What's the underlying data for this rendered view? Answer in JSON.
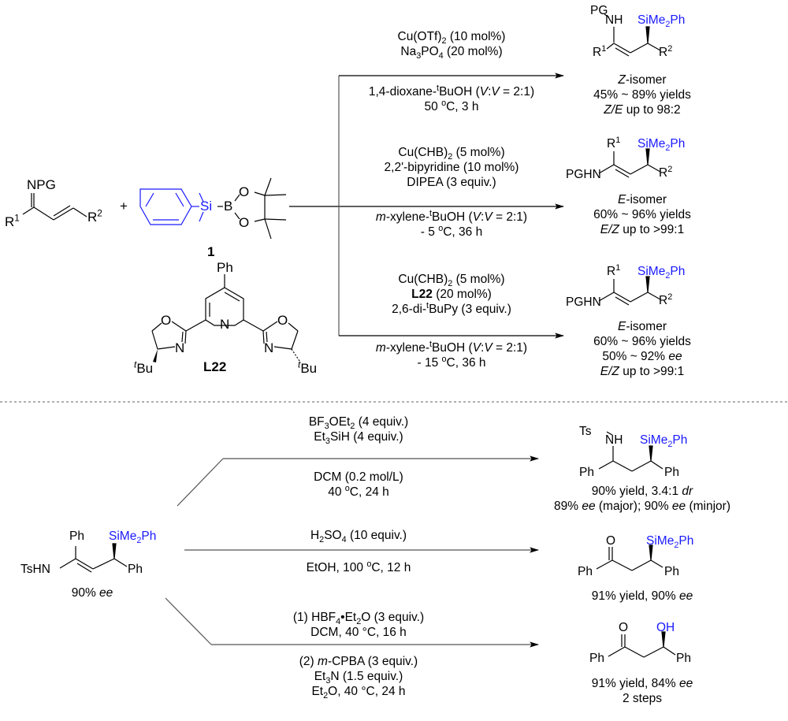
{
  "colors": {
    "highlight": "#1a1aff",
    "line": "#000000",
    "divider": "#808080"
  },
  "top_scheme": {
    "substrate": {
      "imine_label": "NPG",
      "r1": "R",
      "r1_sup": "1",
      "r2": "R",
      "r2_sup": "2"
    },
    "plus": "+",
    "reagent": {
      "si": "Si",
      "b": "B",
      "o_top": "O",
      "o_bottom": "O",
      "number": "1"
    },
    "ligand": {
      "ph": "Ph",
      "n_py": "N",
      "o_left": "O",
      "o_right": "O",
      "n_left": "N",
      "n_right": "N",
      "tbu_sup": "t",
      "tbu": "Bu",
      "name": "L22"
    },
    "conditions": [
      {
        "above": [
          "Cu(OTf)|2| (10 mol%)",
          "Na|3|PO|4| (20 mol%)"
        ],
        "below": [
          "1,4-dioxane-^t^BuOH (_V_:_V_ = 2:1)",
          "50 ^o^C, 3 h"
        ],
        "product": {
          "pg": "PG",
          "nh": "NH",
          "silyl": "SiMe|2|Ph",
          "r1": "R^1^",
          "r2": "R^2^"
        },
        "results": [
          "_Z_-isomer",
          "45% ~ 89% yields",
          "_Z/E_ up to 98:2"
        ]
      },
      {
        "above": [
          "Cu(CHB)|2| (5 mol%)",
          "2,2'-bipyridine (10 mol%)",
          "DIPEA (3 equiv.)"
        ],
        "below": [
          "_m_-xylene-^t^BuOH (_V_:_V_ = 2:1)",
          "- 5 ^o^C, 36 h"
        ],
        "product": {
          "pghn": "PGHN",
          "silyl": "SiMe|2|Ph",
          "r1": "R^1^",
          "r2": "R^2^"
        },
        "results": [
          "_E_-isomer",
          "60% ~ 96% yields",
          "_E/Z_ up to >99:1"
        ]
      },
      {
        "above": [
          "Cu(CHB)|2| (5 mol%)",
          "*L22* (20 mol%)",
          "2,6-di-^t^BuPy (3 equiv.)"
        ],
        "below": [
          "_m_-xylene-^t^BuOH (_V_:_V_ = 2:1)",
          "- 15 ^o^C, 36 h"
        ],
        "product": {
          "pghn": "PGHN",
          "silyl": "SiMe|2|Ph",
          "r1": "R^1^",
          "r2": "R^2^"
        },
        "results": [
          "_E_-isomer",
          "60% ~ 96% yields",
          "50% ~ 92% _ee_",
          "_E/Z_ up to >99:1"
        ]
      }
    ]
  },
  "bottom_scheme": {
    "start": {
      "ph_top": "Ph",
      "silyl": "SiMe|2|Ph",
      "tshn": "TsHN",
      "ph_right": "Ph",
      "ee": "90% _ee_"
    },
    "transformations": [
      {
        "above": [
          "BF|3|OEt|2| (4 equiv.)",
          "Et|3|SiH (4 equiv.)"
        ],
        "below": [
          "DCM (0.2 mol/L)",
          "40 ^o^C, 24 h"
        ],
        "product": {
          "ts": "Ts",
          "nh": "NH",
          "silyl": "SiMe|2|Ph",
          "ph_left": "Ph",
          "ph_right": "Ph"
        },
        "results": [
          "90% yield, 3.4:1 _dr_",
          "89% _ee_ (major); 90% _ee_ (minjor)"
        ]
      },
      {
        "above": [
          "H|2|SO|4| (10 equiv.)"
        ],
        "below": [
          "EtOH, 100 ^o^C, 12 h"
        ],
        "product": {
          "o": "O",
          "silyl": "SiMe|2|Ph",
          "ph_left": "Ph",
          "ph_right": "Ph"
        },
        "results": [
          "91% yield, 90% _ee_"
        ]
      },
      {
        "above": [
          "(1) HBF|4|•Et|2|O (3 equiv.)",
          "DCM, 40 °C, 16 h"
        ],
        "below": [
          "(2) _m_-CPBA (3 equiv.)",
          "Et|3|N (1.5 equiv.)",
          "Et|2|O, 40 °C, 24 h"
        ],
        "product": {
          "o": "O",
          "oh": "OH",
          "ph_left": "Ph",
          "ph_right": "Ph"
        },
        "results": [
          "91% yield, 84% _ee_",
          "2 steps"
        ]
      }
    ]
  }
}
